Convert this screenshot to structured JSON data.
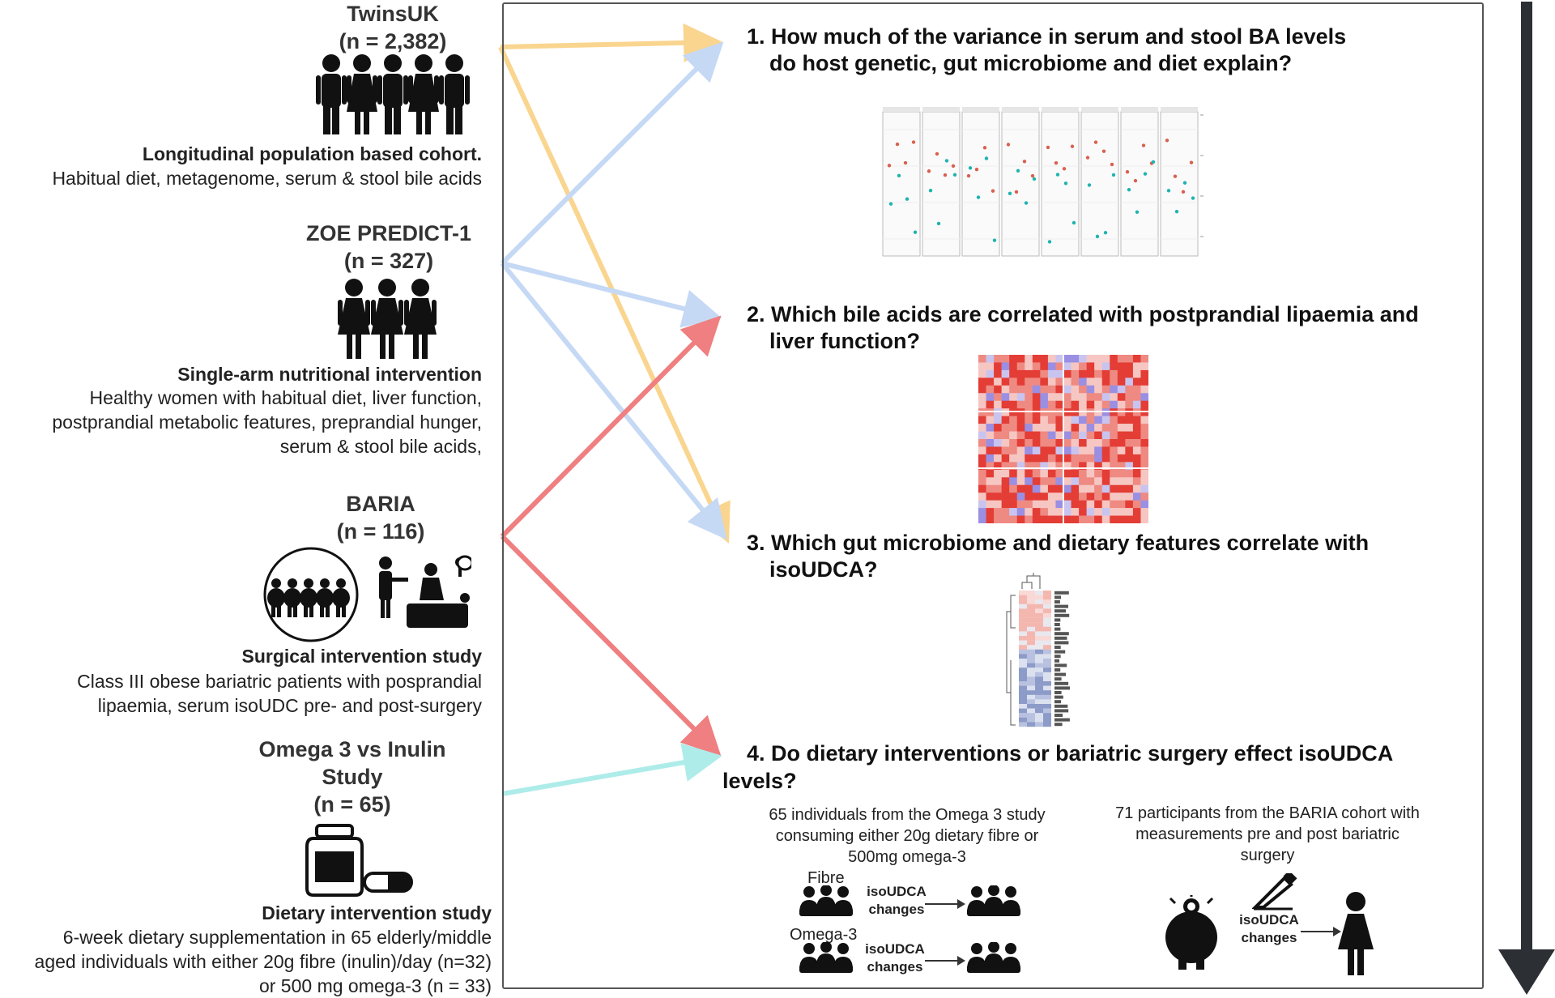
{
  "cohorts": {
    "twinsuk": {
      "name": "TwinsUK",
      "n": "(n = 2,382)",
      "type": "Longitudinal population based cohort.",
      "lines": [
        "Habitual diet, metagenome, serum & stool bile acids"
      ],
      "icon": "five-people-icon"
    },
    "zoe": {
      "name": "ZOE PREDICT-1",
      "n": "(n = 327)",
      "type": "Single-arm nutritional intervention",
      "lines": [
        "Healthy women with habitual diet, liver function,",
        "postprandial metabolic features, preprandial hunger,",
        "serum & stool bile acids,"
      ],
      "icon": "three-women-icon"
    },
    "baria": {
      "name": "BARIA",
      "n": "(n = 116)",
      "type": "Surgical intervention study",
      "lines": [
        "Class III obese bariatric patients with posprandial",
        "lipaemia, serum isoUDC pre- and post-surgery"
      ],
      "icons": [
        "obese-group-icon",
        "surgery-icon"
      ]
    },
    "omega": {
      "name_lines": [
        "Omega 3 vs Inulin",
        "Study"
      ],
      "n": "(n = 65)",
      "type": "Dietary intervention study",
      "lines": [
        "6-week dietary supplementation in 65 elderly/middle",
        "aged individuals with either 20g fibre (inulin)/day (n=32)",
        "or 500 mg omega-3 (n = 33)"
      ],
      "icons": [
        "supplement-jar-icon",
        "capsule-icon"
      ]
    }
  },
  "questions": [
    {
      "lines": [
        "1. How much of the variance in serum and stool BA levels",
        "do host genetic, gut  microbiome and diet explain?"
      ]
    },
    {
      "lines": [
        "2. Which bile acids are correlated with postprandial lipaemia and",
        "liver function?"
      ]
    },
    {
      "lines": [
        "3. Which gut microbiome and dietary features correlate with",
        "isoUDCA?"
      ]
    },
    {
      "lines": [
        "4. Do dietary interventions or bariatric surgery effect isoUDCA",
        "levels?"
      ]
    }
  ],
  "q4_detail": {
    "omega_desc": [
      "65 individuals from the Omega 3 study",
      "consuming either 20g dietary fibre or",
      "500mg omega-3"
    ],
    "baria_desc": [
      "71 participants from the BARIA cohort with",
      "measurements pre and post bariatric",
      "surgery"
    ],
    "fibre_label": "Fibre",
    "omega_label": "Omega-3",
    "change_label": [
      "isoUDCA",
      "changes"
    ]
  },
  "colors": {
    "twinsuk_arrow": "#f9d58f",
    "zoe_arrow": "#c5d9f5",
    "baria_arrow": "#ef7f80",
    "omega_arrow": "#aeecea",
    "timeline_arrow": "#2c2f33",
    "panel_border": "#555555",
    "heat_red": "#e53935",
    "heat_blue": "#8c8ce0",
    "teal_point": "#1fb3b0",
    "red_point": "#d9604f"
  }
}
